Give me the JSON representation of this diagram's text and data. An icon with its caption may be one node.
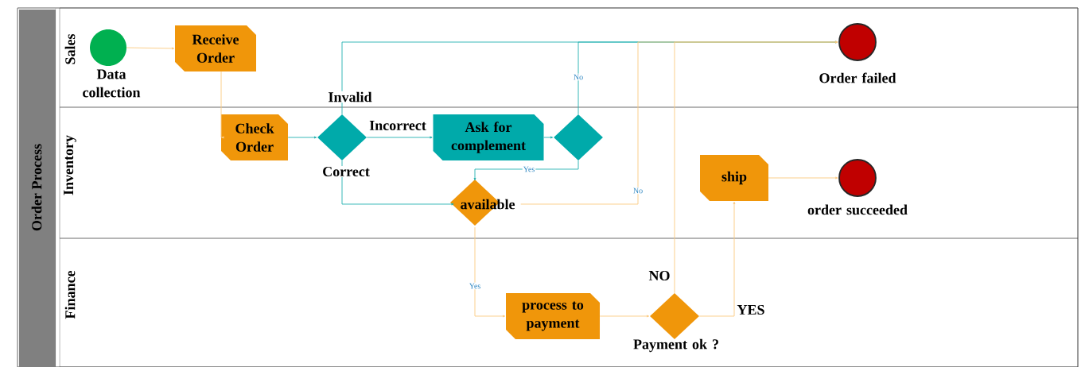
{
  "diagram": {
    "nodes": [
      {
        "text": [
          "Order Process"
        ]
      },
      {
        "text": [
          "Sales"
        ],
        "in": 0
      },
      {
        "text": [
          "Inventory"
        ],
        "in": 0
      },
      {
        "text": [
          "Finance"
        ],
        "in": 0
      },
      {
        "text": [],
        "shape": "circle",
        "beside": [
          "Data collection"
        ],
        "in": 1
      },
      {
        "text": [
          "Receive Order"
        ],
        "in": 1
      },
      {
        "text": [
          "Check Order"
        ],
        "in": 2
      },
      {
        "text": [],
        "shape": "diamond",
        "in": 2
      },
      {
        "text": [
          "Ask for complement"
        ],
        "in": 2
      },
      {
        "text": [],
        "shape": "diamond",
        "in": 2
      },
      {
        "text": [
          "available"
        ],
        "in": 2
      },
      {
        "text": [],
        "shape": "circle",
        "beside": [
          "Order failed"
        ],
        "in": 1
      },
      {
        "text": [
          "ship"
        ],
        "in": 2
      },
      {
        "text": [],
        "shape": "circle",
        "beside": [
          "order succeeded"
        ],
        "in": 2
      },
      {
        "text": [
          "process to payment"
        ],
        "in": 3
      },
      {
        "text": [],
        "shape": "diamond",
        "beside": [
          "Payment ok ?"
        ],
        "in": 3
      }
    ],
    "edges": [
      {
        "from": 4,
        "to": 5,
        "arrow": "to"
      },
      {
        "from": 5,
        "to": 6,
        "arrow": "to"
      },
      {
        "from": 6,
        "to": 7,
        "arrow": "to",
        "color": "#22b0b0"
      },
      {
        "from": 7,
        "to": 8,
        "arrow": "to",
        "label": "Incorrect",
        "color": "#22b0b0"
      },
      {
        "from": 7,
        "to": 11,
        "arrow": "to",
        "label": "Invalid",
        "color": "#22b0b0"
      },
      {
        "from": 7,
        "to": 10,
        "arrow": "to",
        "label": "Correct",
        "color": "#22b0b0"
      },
      {
        "from": 8,
        "to": 9,
        "arrow": "to",
        "color": "#22b0b0"
      },
      {
        "from": 9,
        "to": 11,
        "arrow": "to",
        "label": "No",
        "color": "#22b0b0"
      },
      {
        "from": 9,
        "to": 10,
        "arrow": "to",
        "label": "Yes",
        "color": "#22b0b0"
      },
      {
        "from": 10,
        "to": 11,
        "arrow": "to",
        "label": "No"
      },
      {
        "from": 10,
        "to": 14,
        "arrow": "to",
        "label": "Yes"
      },
      {
        "from": 14,
        "to": 15,
        "arrow": "to"
      },
      {
        "from": 15,
        "to": 11,
        "arrow": "to",
        "label": "NO"
      },
      {
        "from": 15,
        "to": 12,
        "arrow": "to",
        "label": "YES"
      },
      {
        "from": 12,
        "to": 13,
        "arrow": "to"
      }
    ]
  }
}
